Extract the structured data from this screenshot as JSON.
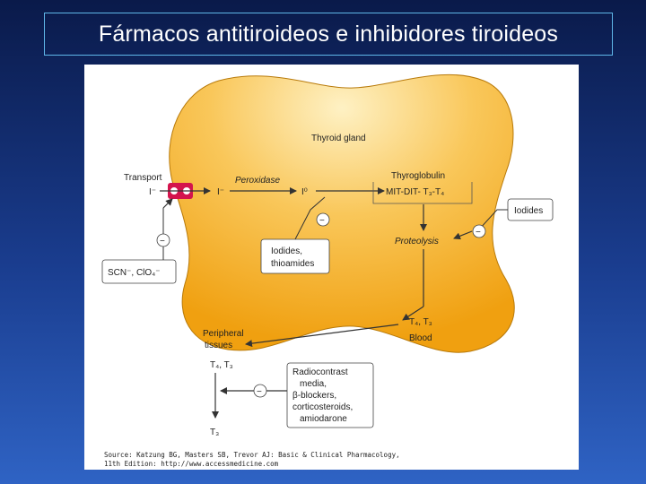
{
  "slide": {
    "title": "Fármacos antitiroideos e inhibidores tiroideos"
  },
  "diagram": {
    "gland_label": "Thyroid gland",
    "transport_label": "Transport",
    "iodide_ion_outer": "I⁻",
    "iodide_ion_inner": "I⁻",
    "peroxidase_label": "Peroxidase",
    "iodine_label": "I⁰",
    "thyroglobulin_label": "Thyroglobulin",
    "thyroglobulin_formula": "MIT-DIT- T₃-T₄",
    "iodides_box": "Iodides",
    "proteolysis_label": "Proteolysis",
    "iodides_thioamides_line1": "Iodides,",
    "iodides_thioamides_line2": "thioamides",
    "scn_box": "SCN⁻, ClO₄⁻",
    "blood_hormones": "T₄, T₃",
    "blood_label": "Blood",
    "peripheral_line1": "Peripheral",
    "peripheral_line2": "tissues",
    "tissue_hormones": "T₄, T₃",
    "t3_output": "T₃",
    "drugs_line1": "Radiocontrast",
    "drugs_line2": "media,",
    "drugs_line3": "β-blockers,",
    "drugs_line4": "corticosteroids,",
    "drugs_line5": "amiodarone",
    "inhibit_symbol": "−",
    "source_line1": "Source: Katzung BG, Masters SB, Trevor AJ: Basic & Clinical Pharmacology,",
    "source_line2": "11th Edition: http://www.accessmedicine.com"
  },
  "colors": {
    "gland_light": "#fde8a8",
    "gland_dark": "#f2a516",
    "transporter": "#d4144d"
  }
}
